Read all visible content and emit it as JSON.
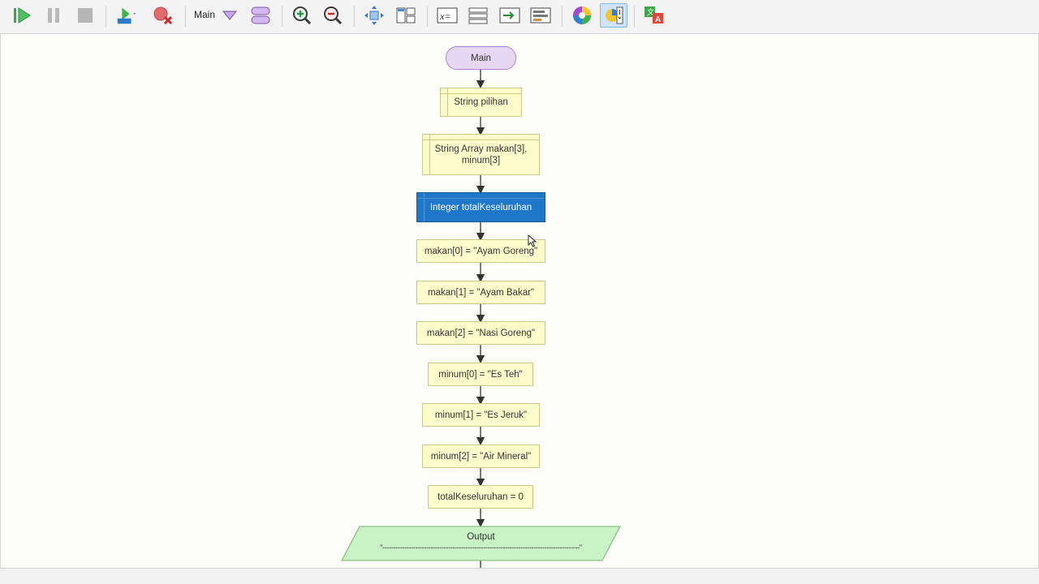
{
  "toolbar": {
    "function_name": "Main",
    "icons": [
      "run-icon",
      "pause-icon",
      "stop-icon",
      "step-icon",
      "breakpoint-clear-icon",
      "dropdown-icon",
      "layout-icon",
      "zoom-in-icon",
      "zoom-out-icon",
      "fit-icon",
      "panel-icon",
      "variables-icon",
      "console-icon",
      "output-icon",
      "list-icon",
      "color-wheel-icon",
      "chart-view-icon",
      "translate-icon"
    ]
  },
  "flowchart": {
    "start": "Main",
    "declarations": [
      {
        "line1": "String pilihan",
        "line2": ""
      },
      {
        "line1": "String Array makan[3],",
        "line2": "minum[3]"
      },
      {
        "line1": "Integer totalKeseluruhan",
        "line2": ""
      }
    ],
    "assignments": [
      "makan[0] = \"Ayam Goreng\"",
      "makan[1] = \"Ayam Bakar\"",
      "makan[2] = \"Nasi Goreng\"",
      "minum[0] = \"Es Teh\"",
      "minum[1] = \"Es Jeruk\"",
      "minum[2] = \"Air Mineral\"",
      "totalKeseluruhan = 0"
    ],
    "output": {
      "label": "Output",
      "text": "\"------------------------------------------------------------------------------------------\""
    }
  },
  "colors": {
    "terminal": "#e7d7f5",
    "process": "#fdfccb",
    "selected": "#1f77c9",
    "output": "#c9f2c5"
  }
}
